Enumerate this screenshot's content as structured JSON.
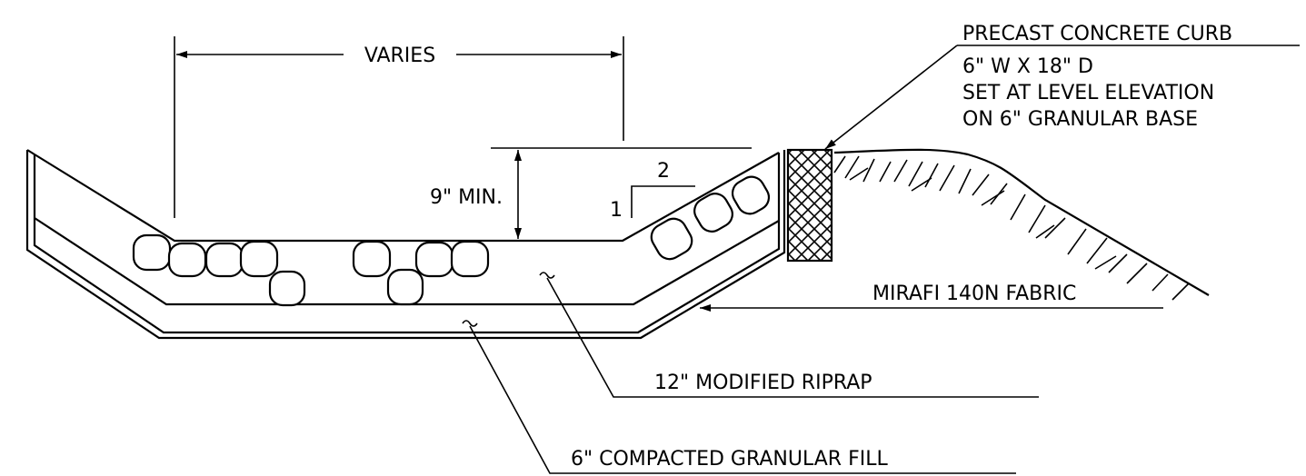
{
  "labels": {
    "varies": "VARIES",
    "min_depth": "9\" MIN.",
    "slope_rise": "1",
    "slope_run": "2",
    "curb_title": "PRECAST CONCRETE CURB",
    "curb_line1": "6\" W X 18\" D",
    "curb_line2": "SET AT LEVEL ELEVATION",
    "curb_line3": "ON 6\" GRANULAR BASE",
    "fabric": "MIRAFI 140N FABRIC",
    "riprap": "12\" MODIFIED RIPRAP",
    "fill": "6\" COMPACTED GRANULAR FILL"
  },
  "colors": {
    "line": "#000000",
    "background": "#ffffff"
  }
}
